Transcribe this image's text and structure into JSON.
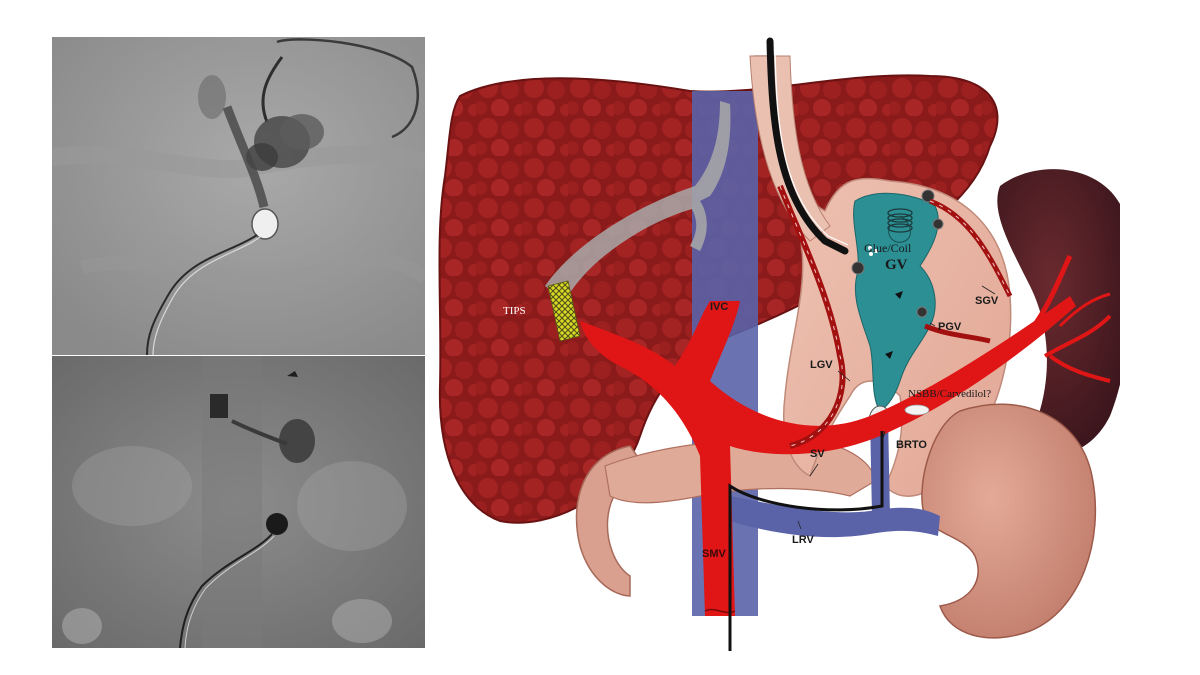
{
  "labels": {
    "tips": "TIPS",
    "ivc": "IVC",
    "glue_coil": "Glue/Coil",
    "gv": "GV",
    "sgv": "SGV",
    "pgv": "PGV",
    "lgv": "LGV",
    "nsbb": "NSBB/Carvedilol?",
    "sv": "SV",
    "brto": "BRTO",
    "lrv": "LRV",
    "smv": "SMV"
  },
  "colors": {
    "liver": "#8b1a1a",
    "vein_blue": "#5a63a8",
    "portal_red": "#e01515",
    "varix_teal": "#2b8f93",
    "stomach": "#e8b4a5",
    "spleen": "#4a1c1f",
    "kidney": "#d49281",
    "stent": "#d8d820"
  }
}
